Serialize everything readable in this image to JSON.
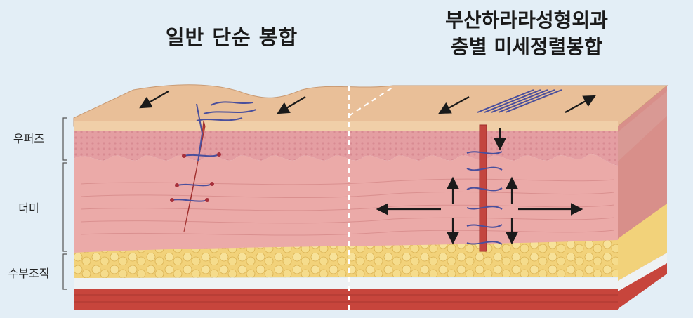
{
  "titles": {
    "left": "일반 단순 봉합",
    "right_line1": "부산하라라성형외과",
    "right_line2": "층별 미세정렬봉합"
  },
  "layers": {
    "epidermis": "우퍼즈",
    "dermis": "더미",
    "subcutaneous": "수부조직"
  },
  "colors": {
    "background": "#e3eef6",
    "skin_top": "#e9bf98",
    "papillary": "#d98c93",
    "dermis": "#ebaaa8",
    "fat": "#f2d27a",
    "fascia": "#eef2f4",
    "muscle": "#c7453c",
    "suture": "#4a4f9c",
    "arrow": "#1a1a1a"
  }
}
